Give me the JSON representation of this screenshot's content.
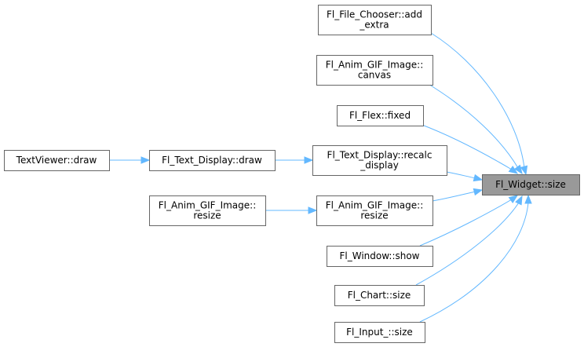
{
  "graph": {
    "nodes": {
      "target": {
        "lines": [
          "Fl_Widget::size"
        ],
        "kind": "highlighted"
      },
      "file_chooser": {
        "lines": [
          "Fl_File_Chooser::add",
          "_extra"
        ]
      },
      "gif_canvas": {
        "lines": [
          "Fl_Anim_GIF_Image::",
          "canvas"
        ]
      },
      "flex_fixed": {
        "lines": [
          "Fl_Flex::fixed"
        ]
      },
      "textdisp_recalc": {
        "lines": [
          "Fl_Text_Display::recalc",
          "_display"
        ]
      },
      "gif_resize": {
        "lines": [
          "Fl_Anim_GIF_Image::",
          "resize"
        ]
      },
      "window_show": {
        "lines": [
          "Fl_Window::show"
        ]
      },
      "chart_size": {
        "lines": [
          "Fl_Chart::size"
        ]
      },
      "input_size": {
        "lines": [
          "Fl_Input_::size"
        ]
      },
      "textdisp_draw": {
        "lines": [
          "Fl_Text_Display::draw"
        ]
      },
      "gif_resize2": {
        "lines": [
          "Fl_Anim_GIF_Image::",
          "resize"
        ]
      },
      "textviewer_draw": {
        "lines": [
          "TextViewer::draw"
        ]
      }
    },
    "edges": [
      {
        "from": "file_chooser",
        "to": "target"
      },
      {
        "from": "gif_canvas",
        "to": "target"
      },
      {
        "from": "flex_fixed",
        "to": "target"
      },
      {
        "from": "textdisp_recalc",
        "to": "target"
      },
      {
        "from": "gif_resize",
        "to": "target"
      },
      {
        "from": "window_show",
        "to": "target"
      },
      {
        "from": "chart_size",
        "to": "target"
      },
      {
        "from": "input_size",
        "to": "target"
      },
      {
        "from": "textdisp_draw",
        "to": "textdisp_recalc"
      },
      {
        "from": "textviewer_draw",
        "to": "textdisp_draw"
      },
      {
        "from": "gif_resize2",
        "to": "gif_resize"
      }
    ],
    "colors": {
      "edge": "#63b8ff",
      "node_border": "#666666",
      "node_fill": "#ffffff",
      "highlight_fill": "#999999"
    }
  }
}
